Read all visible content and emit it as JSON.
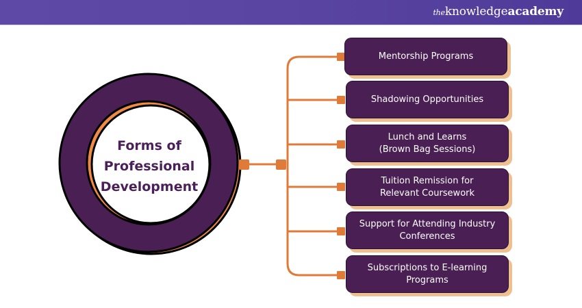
{
  "header": {
    "brand_prefix": "the",
    "brand_main": "knowledge",
    "brand_suffix": "academy"
  },
  "colors": {
    "header_bg": "#5a45a2",
    "ring": "#4a1f54",
    "accent_orange": "#e07a38",
    "shadow_orange": "#efc08f",
    "title_text": "#4b1f58"
  },
  "diagram": {
    "center_title": "Forms of\nProfessional\nDevelopment",
    "items": [
      {
        "label": "Mentorship Programs"
      },
      {
        "label": "Shadowing Opportunities"
      },
      {
        "label": "Lunch and Learns\n(Brown Bag Sessions)"
      },
      {
        "label": "Tuition Remission for\nRelevant Coursework"
      },
      {
        "label": "Support for Attending Industry\nConferences"
      },
      {
        "label": "Subscriptions to E-learning\nPrograms"
      }
    ]
  }
}
